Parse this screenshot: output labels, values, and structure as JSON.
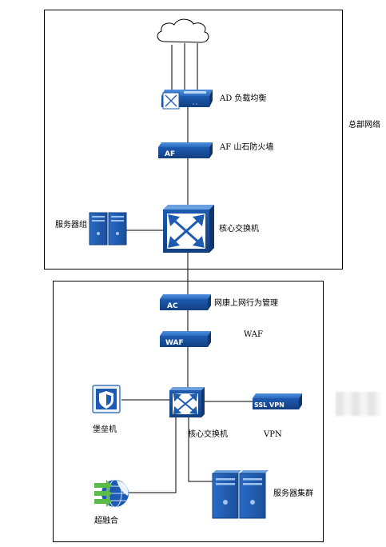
{
  "hq": {
    "region_label": "总部网络",
    "ad_label": "AD  负载均衡",
    "af_label": "AF  山石防火墙",
    "af_badge": "AF",
    "core_label": "核心交换机",
    "servers_label": "服务器组"
  },
  "branch": {
    "ac_label": "网康上网行为管理",
    "ac_badge": "AC",
    "waf_label": "WAF",
    "waf_badge": "WAF",
    "core_label": "核心交换机",
    "bastion_label": "堡垒机",
    "vpn_label": "VPN",
    "vpn_badge": "SSL VPN",
    "cluster_label": "服务器集群",
    "hci_label": "超融合"
  },
  "colors": {
    "device_blue": "#1f5fb0",
    "device_dark": "#123f80",
    "line": "#000000"
  },
  "icons": {
    "cloud": "cloud-icon",
    "switch": "switch-icon",
    "server": "server-rack-icon",
    "shield": "shield-icon",
    "globe": "globe-arrows-icon"
  }
}
